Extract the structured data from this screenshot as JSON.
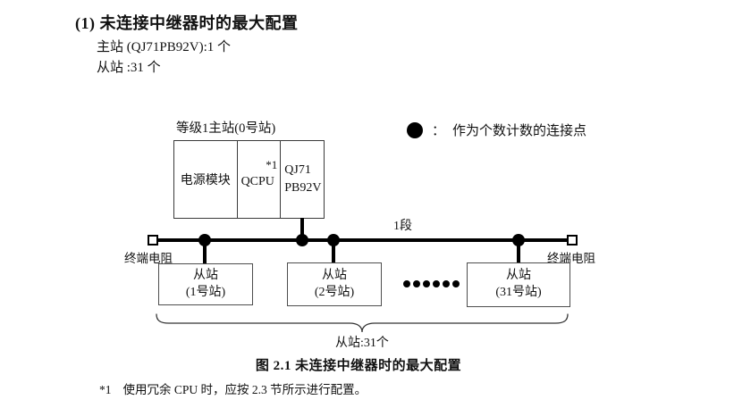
{
  "intro": {
    "heading": "(1) 未连接中继器时的最大配置",
    "master_line": "主站 (QJ71PB92V):1 个",
    "slave_line": "从站 :31 个"
  },
  "legend": {
    "colon": "：",
    "label": "作为个数计数的连接点"
  },
  "diagram": {
    "master_label": "等级1主站(0号站)",
    "modules": {
      "power": "电源模块",
      "cpu": "QCPU",
      "cpu_note": "*1",
      "pb_line1": "QJ71",
      "pb_line2": "PB92V"
    },
    "segment_label": "1段",
    "terminator_left": "终端电阻",
    "terminator_right": "终端电阻",
    "slaves": [
      {
        "name": "从站",
        "station": "(1号站)"
      },
      {
        "name": "从站",
        "station": "(2号站)"
      },
      {
        "name": "从站",
        "station": "(31号站)"
      }
    ],
    "slave_total": "从站:31个"
  },
  "caption": "图 2.1 未连接中继器时的最大配置",
  "footnote": {
    "marker": "*1",
    "text": "使用冗余 CPU 时，应按 2.3 节所示进行配置。"
  }
}
